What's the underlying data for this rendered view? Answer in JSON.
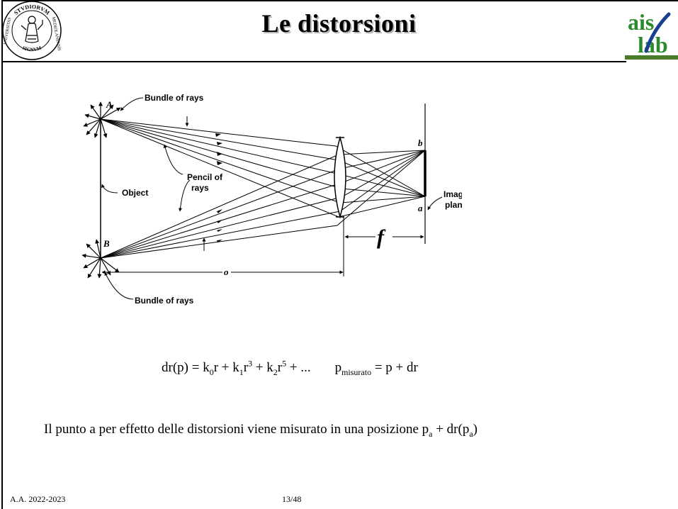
{
  "slide": {
    "title": "Le distorsioni",
    "footer": {
      "course_year": "A.A. 2022-2023",
      "page_number": "13/48"
    }
  },
  "seal": {
    "top_text": "STVDIORVM",
    "right_text": "MEDIOLANENSIS",
    "left_text": "UNIVERSITAS",
    "bottom_text": "SIGNVM"
  },
  "logo": {
    "line1": "ais",
    "line2": "lab",
    "colors": {
      "text": "#2a8a2e",
      "slash": "#1a3f8f",
      "bar": "#4a7b2a"
    }
  },
  "diagram": {
    "labels": {
      "bundle_top": "Bundle of rays",
      "bundle_bottom": "Bundle of rays",
      "pencil_line1": "Pencil of",
      "pencil_line2": "rays",
      "object": "Object",
      "image_line1": "Image",
      "image_line2": "plane",
      "point_A": "A",
      "point_B": "B",
      "point_a": "a",
      "point_b": "b",
      "distance_o": "o",
      "focal_f": "f"
    }
  },
  "formula": {
    "lhs": "dr(p) = k",
    "k0_sub": "0",
    "t1": "r + k",
    "k1_sub": "1",
    "t2": "r",
    "exp3": "3",
    "t3": " + k",
    "k2_sub": "2",
    "t4": "r",
    "exp5": "5",
    "t5": " + ...",
    "p_main": "p",
    "p_sub": "misurato",
    "p_rest": " = p + dr"
  },
  "sentence": {
    "text": "Il punto a per effetto delle distorsioni viene misurato in una posizione p",
    "sub1": "a",
    "mid": " + dr(p",
    "sub2": "a",
    "end": ")"
  }
}
